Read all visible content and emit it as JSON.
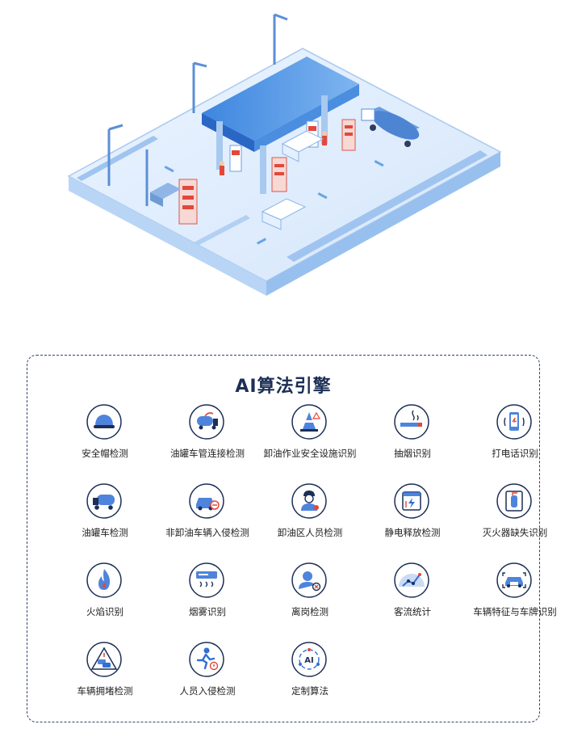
{
  "engine": {
    "title": "AI算法引擎",
    "items": [
      {
        "label": "安全帽检测",
        "icon": "helmet-icon"
      },
      {
        "label": "油罐车管连接检测",
        "icon": "tanker-pipe-icon"
      },
      {
        "label": "卸油作业安全设施识别",
        "icon": "traffic-cone-icon"
      },
      {
        "label": "抽烟识别",
        "icon": "cigarette-icon"
      },
      {
        "label": "打电话识别",
        "icon": "phone-call-icon"
      },
      {
        "label": "油罐车检测",
        "icon": "tanker-truck-icon"
      },
      {
        "label": "非卸油车辆入侵检测",
        "icon": "car-intrusion-icon"
      },
      {
        "label": "卸油区人员检测",
        "icon": "worker-icon"
      },
      {
        "label": "静电释放检测",
        "icon": "static-discharge-icon"
      },
      {
        "label": "灭火器缺失识别",
        "icon": "extinguisher-icon"
      },
      {
        "label": "火焰识别",
        "icon": "flame-icon"
      },
      {
        "label": "烟雾识别",
        "icon": "smoke-icon"
      },
      {
        "label": "离岗检测",
        "icon": "absent-person-icon"
      },
      {
        "label": "客流统计",
        "icon": "flow-chart-icon"
      },
      {
        "label": "车辆特征与车牌识别",
        "icon": "license-plate-icon"
      },
      {
        "label": "车辆拥堵检测",
        "icon": "traffic-jam-icon"
      },
      {
        "label": "人员入侵检测",
        "icon": "person-intrusion-icon"
      },
      {
        "label": "定制算法",
        "icon": "custom-ai-icon"
      }
    ]
  },
  "colors": {
    "accent_blue": "#2f6fd6",
    "dark_navy": "#1c2f56",
    "alert_red": "#e2483a"
  }
}
